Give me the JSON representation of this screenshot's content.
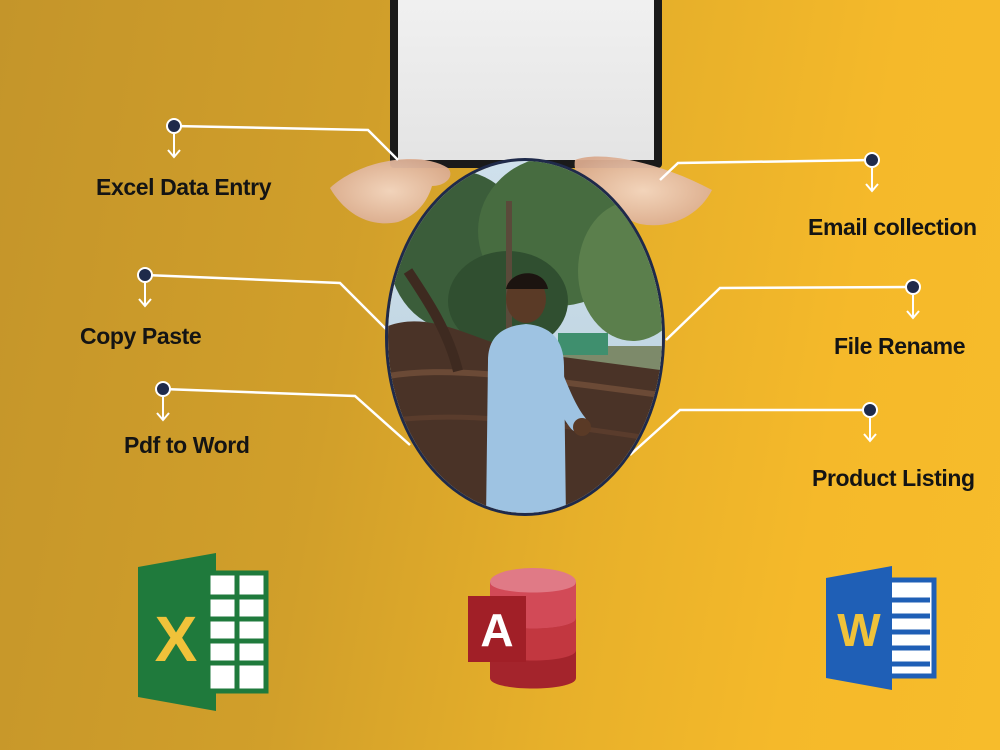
{
  "services": {
    "left": [
      {
        "label": "Excel Data Entry"
      },
      {
        "label": "Copy Paste"
      },
      {
        "label": "Pdf to Word"
      }
    ],
    "right": [
      {
        "label": "Email collection"
      },
      {
        "label": "File Rename"
      },
      {
        "label": "Product Listing"
      }
    ]
  },
  "icons": {
    "excel": {
      "name": "excel-icon",
      "letter": "X",
      "color": "#1e7a3c"
    },
    "access": {
      "name": "access-icon",
      "letter": "A",
      "color": "#b3262f"
    },
    "word": {
      "name": "word-icon",
      "letter": "W",
      "color": "#1f5fb6"
    }
  },
  "colors": {
    "background": "#f0b429",
    "accent_dark": "#1f2a4a",
    "connector": "#ffffff"
  }
}
